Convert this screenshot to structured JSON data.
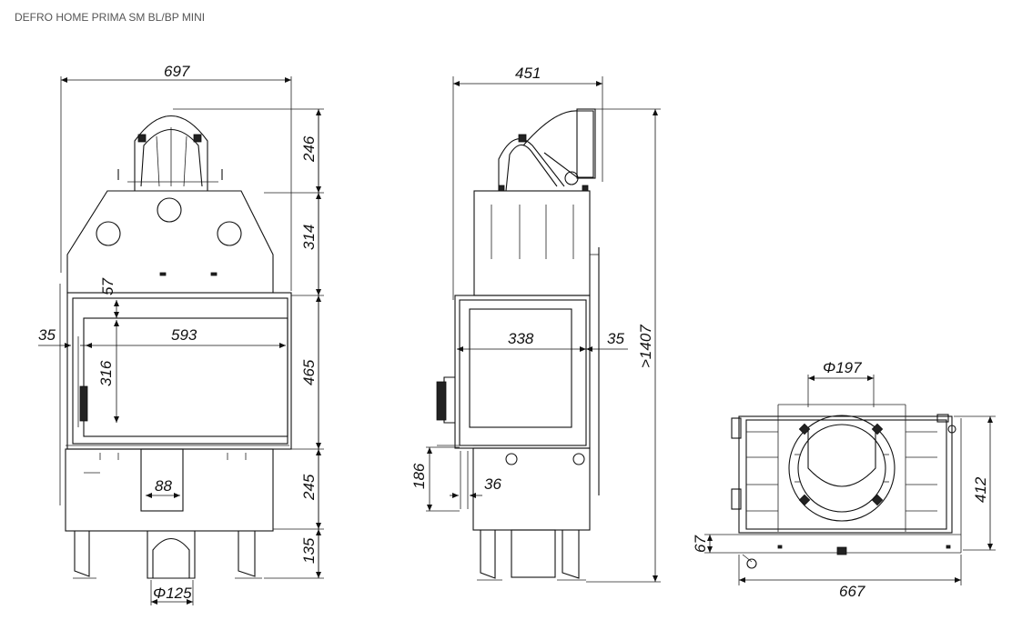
{
  "title": "DEFRO HOME PRIMA SM BL/BP MINI",
  "front_view": {
    "width": "697",
    "height_top": "246",
    "height_upper": "314",
    "height_glass": "465",
    "height_lower": "245",
    "height_legs": "135",
    "offset_top": "57",
    "offset_side": "35",
    "glass_width": "593",
    "glass_height": "316",
    "inlet_width": "88",
    "air_inlet_diameter": "Φ125"
  },
  "side_view": {
    "depth": "451",
    "total_height": ">1407",
    "glass_depth": "338",
    "offset_side": "35",
    "inlet_height": "186",
    "inlet_offset": "36"
  },
  "top_view": {
    "flue_diameter": "Φ197",
    "width": "667",
    "depth": "412",
    "offset": "67"
  }
}
